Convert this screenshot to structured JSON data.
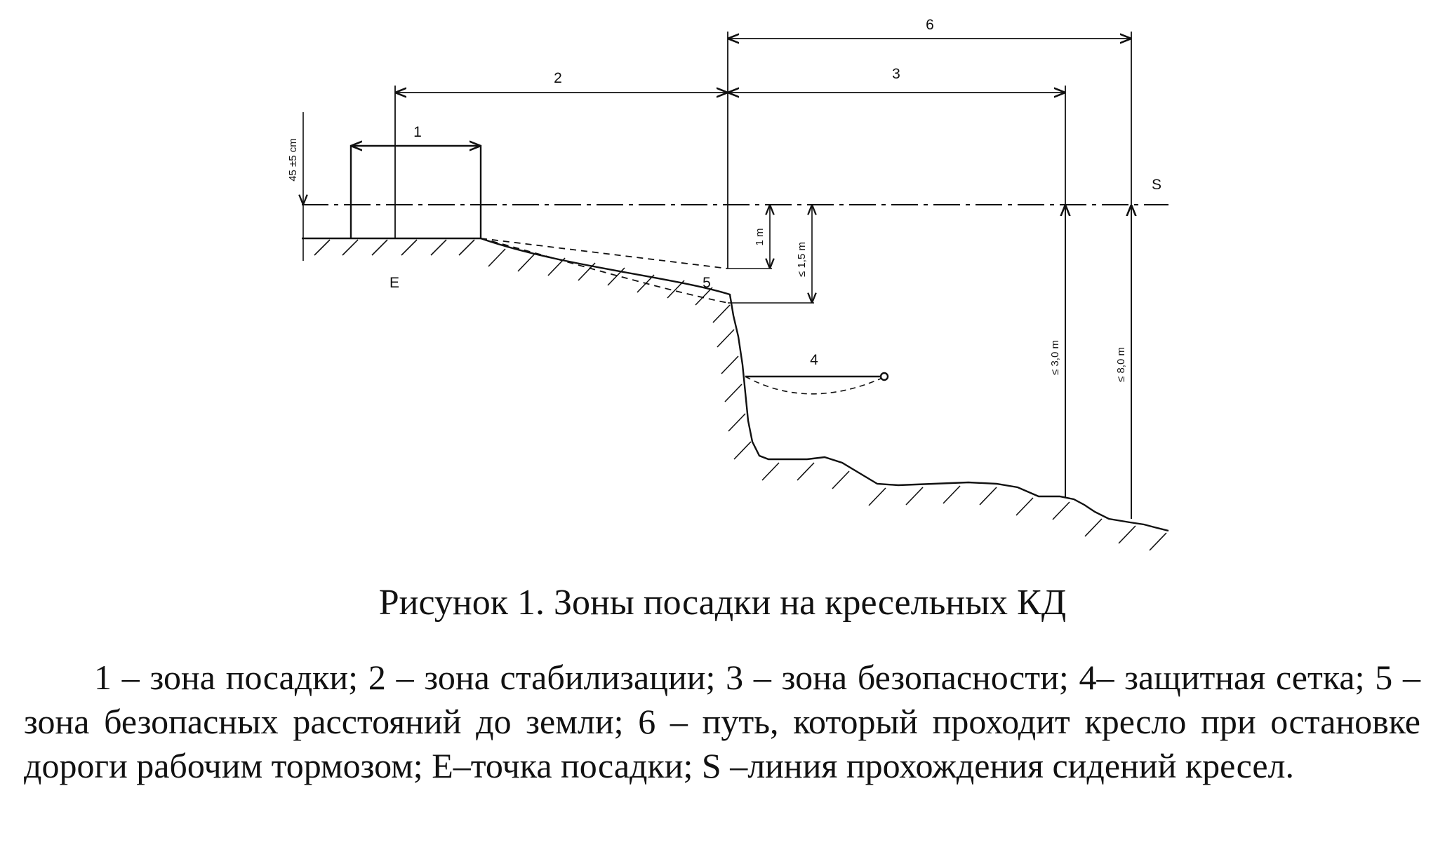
{
  "figure": {
    "labels": {
      "zone1": "1",
      "zone2": "2",
      "zone3": "3",
      "zone4": "4",
      "zone5": "5",
      "zone6": "6",
      "point_e": "E",
      "line_s": "S",
      "dim_45cm": "45 ±5 cm",
      "dim_1m": "1 m",
      "dim_15m": "≤ 1,5 m",
      "dim_3m": "≤ 3,0 m",
      "dim_8m": "≤ 8,0 m"
    }
  },
  "caption": "Рисунок 1. Зоны посадки на кресельных КД",
  "legend": "1 – зона посадки; 2 – зона стабилизации; 3 – зона безопасности; 4– защитная сетка; 5 – зона безопасных расстояний до земли; 6 – путь, который проходит кресло при остановке дороги рабочим тормозом; E–точка посадки; S –линия прохождения сидений кресел."
}
